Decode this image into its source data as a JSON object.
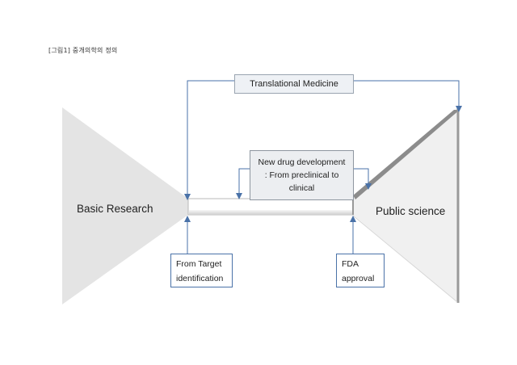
{
  "caption": "[그림1] 중개의학의 정의",
  "labels": {
    "translational_medicine": "Translational Medicine",
    "new_drug_development": [
      "New drug development",
      ": From preclinical to",
      "clinical"
    ],
    "basic_research": "Basic Research",
    "public_science": "Public science",
    "from_target": [
      "From Target",
      "identification"
    ],
    "fda_approval": [
      "FDA",
      "approval"
    ]
  },
  "colors": {
    "arrow_blue": "#4a72a8",
    "funnel_gray": "#e3e3e3",
    "box_fill": "#eceef1"
  }
}
